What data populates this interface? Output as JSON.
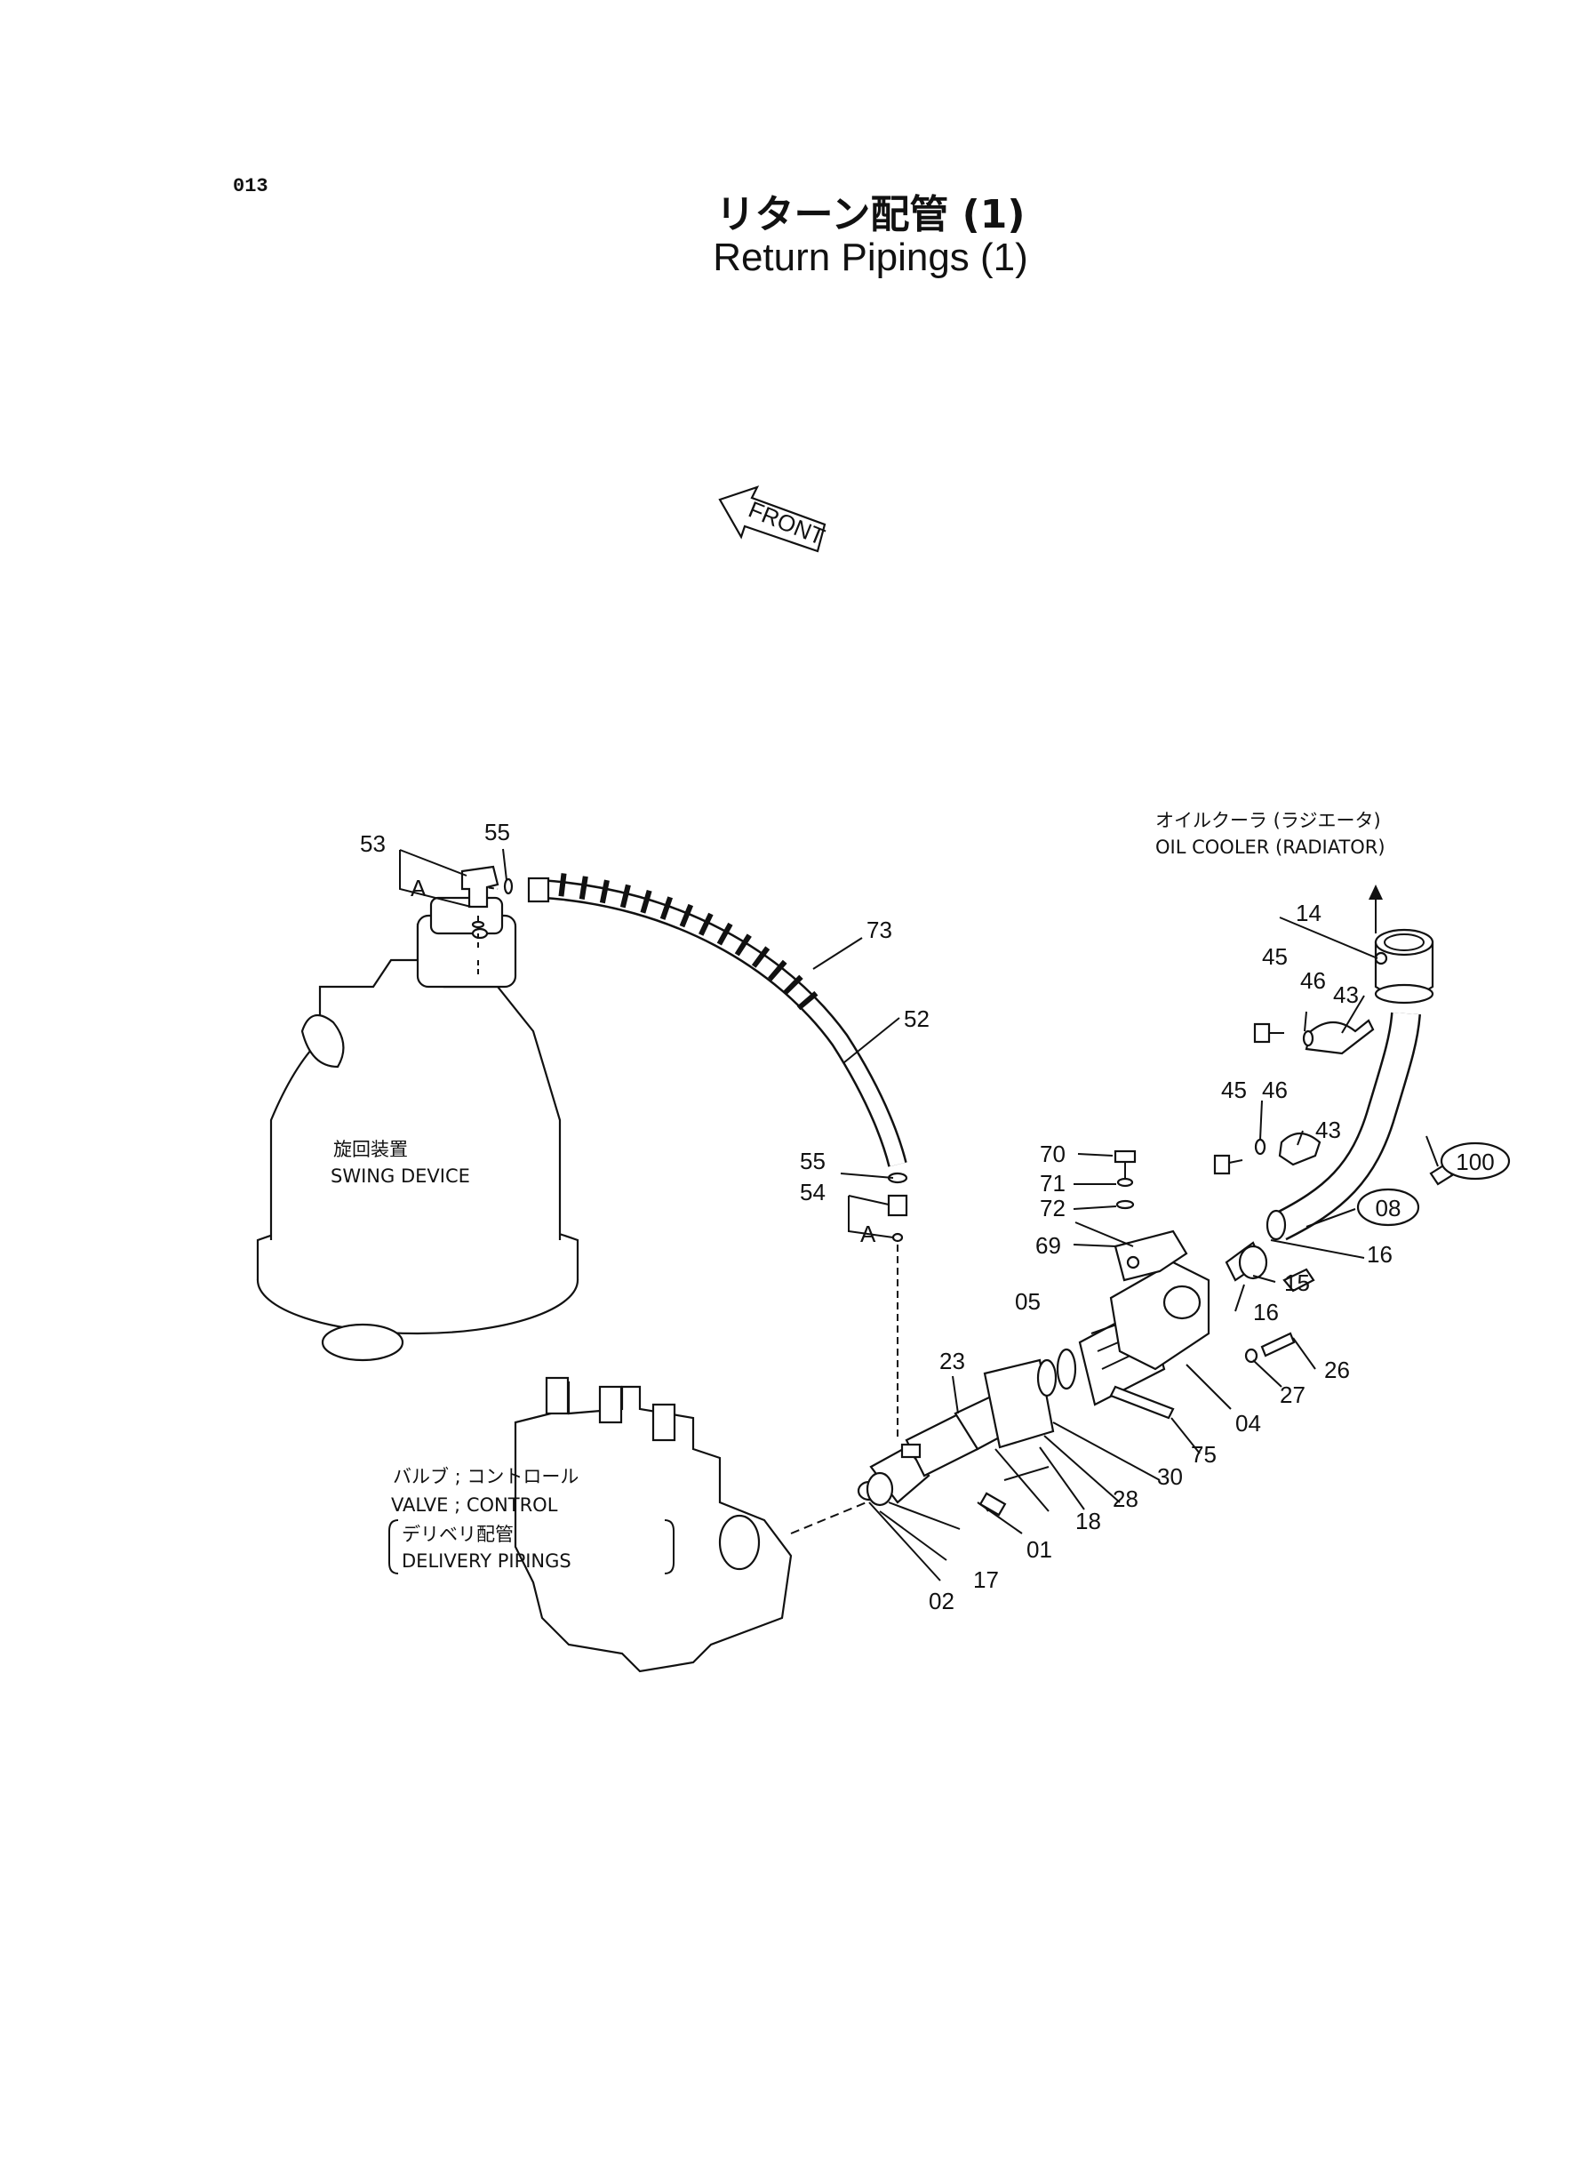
{
  "page": {
    "number": "013"
  },
  "title": {
    "japanese": "リターン配管 (1)",
    "english": "Return Pipings (1)"
  },
  "front_arrow": {
    "label": "FRONT"
  },
  "components": {
    "swing_device": {
      "jp": "旋回装置",
      "en": "SWING DEVICE"
    },
    "oil_cooler": {
      "jp": "オイルクーラ (ラジエータ)",
      "en": "OIL COOLER (RADIATOR)"
    },
    "control_valve": {
      "jp": "バルブ ; コントロール",
      "en": "VALVE ; CONTROL",
      "sub_jp": "デリベリ配管",
      "sub_en": "DELIVERY PIPINGS"
    }
  },
  "detail_marker": "A",
  "callouts": {
    "p53": "53",
    "p55a": "55",
    "p73": "73",
    "p52": "52",
    "p55b": "55",
    "p54": "54",
    "p70": "70",
    "p71": "71",
    "p72": "72",
    "p69": "69",
    "p05": "05",
    "p23": "23",
    "p14": "14",
    "p45a": "45",
    "p46a": "46",
    "p43a": "43",
    "p45b": "45",
    "p46b": "46",
    "p43b": "43",
    "p100": "100",
    "p08": "08",
    "p16a": "16",
    "p15": "15",
    "p16b": "16",
    "p26": "26",
    "p27": "27",
    "p04": "04",
    "p75": "75",
    "p30": "30",
    "p28": "28",
    "p18": "18",
    "p01": "01",
    "p17": "17",
    "p02": "02"
  }
}
